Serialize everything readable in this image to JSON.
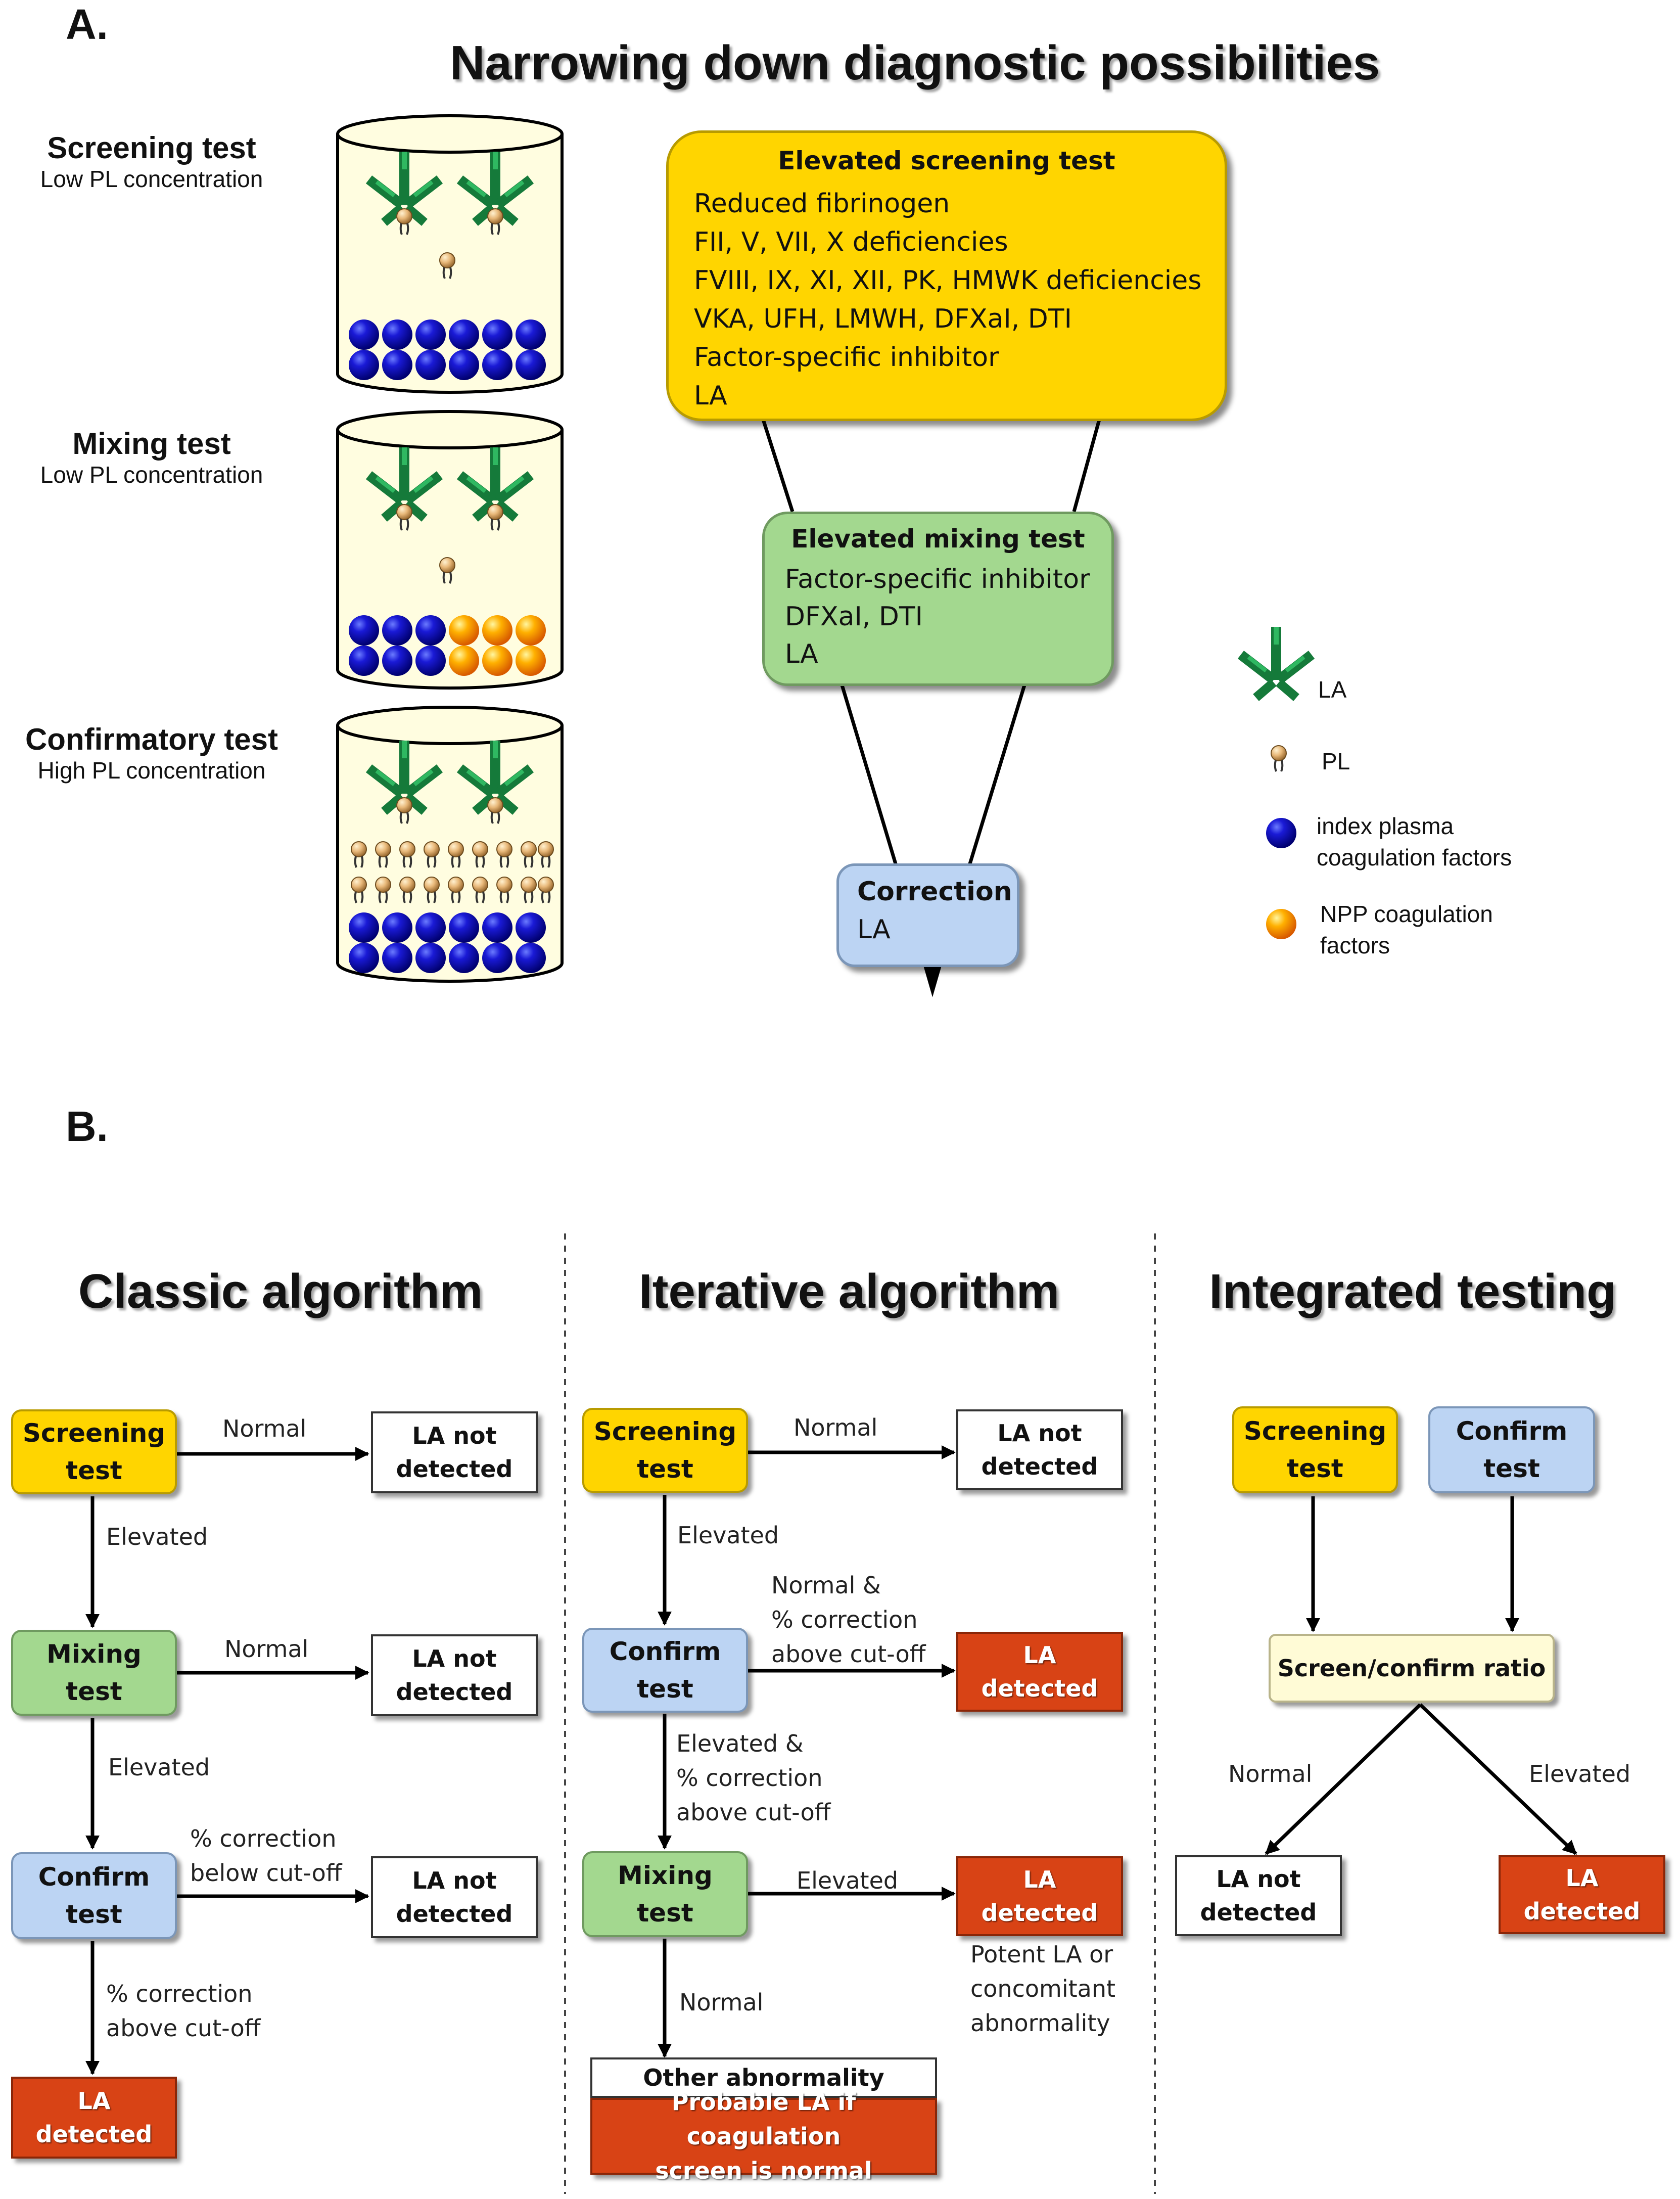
{
  "panel_a": {
    "letter": "A.",
    "title": "Narrowing down diagnostic possibilities",
    "tests": [
      {
        "name": "Screening test",
        "sub": "Low PL concentration"
      },
      {
        "name": "Mixing test",
        "sub": "Low PL concentration"
      },
      {
        "name": "Confirmatory test",
        "sub": "High PL concentration"
      }
    ],
    "funnel": {
      "screening": {
        "title": "Elevated screening test",
        "lines": [
          "Reduced fibrinogen",
          "FII, V, VII, X deficiencies",
          "FVIII, IX, XI, XII, PK, HMWK deficiencies",
          "VKA, UFH, LMWH, DFXaI, DTI",
          "Factor-specific inhibitor",
          "LA"
        ]
      },
      "mixing": {
        "title": "Elevated mixing test",
        "lines": [
          "Factor-specific inhibitor",
          "DFXaI, DTI",
          "LA"
        ]
      },
      "correction": {
        "title": "Correction",
        "lines": [
          "LA"
        ]
      }
    },
    "legend": [
      {
        "icon": "antibody",
        "lines": [
          "LA"
        ]
      },
      {
        "icon": "phospholipid",
        "lines": [
          "PL"
        ]
      },
      {
        "icon": "blue-sphere",
        "lines": [
          "index plasma",
          "coagulation factors"
        ]
      },
      {
        "icon": "orange-sphere",
        "lines": [
          "NPP coagulation",
          "factors"
        ]
      }
    ],
    "colors": {
      "screen": "#ffd500",
      "mixing": "#a3d88f",
      "correction": "#bcd4f3",
      "cylinder": "#fffde0",
      "blue": "#1a1ad6",
      "orange": "#ff8c00",
      "antibody": "#1b9a4a"
    }
  },
  "panel_b": {
    "letter": "B.",
    "classic": {
      "title": "Classic algorithm",
      "screening": [
        "Screening",
        "test"
      ],
      "mixing": [
        "Mixing",
        "test"
      ],
      "confirm": [
        "Confirm",
        "test"
      ],
      "not_detected_1": [
        "LA not",
        "detected"
      ],
      "not_detected_2": [
        "LA not",
        "detected"
      ],
      "not_detected_3": [
        "LA not",
        "detected"
      ],
      "detected": [
        "LA",
        "detected"
      ],
      "lbl_normal_1": "Normal",
      "lbl_normal_2": "Normal",
      "lbl_elevated_1": "Elevated",
      "lbl_elevated_2": "Elevated",
      "lbl_below": [
        "% correction",
        "below cut-off"
      ],
      "lbl_above": [
        "% correction",
        "above cut-off"
      ]
    },
    "iterative": {
      "title": "Iterative algorithm",
      "screening": [
        "Screening",
        "test"
      ],
      "confirm": [
        "Confirm",
        "test"
      ],
      "mixing": [
        "Mixing",
        "test"
      ],
      "not_detected": [
        "LA not",
        "detected"
      ],
      "detected_1": [
        "LA",
        "detected"
      ],
      "detected_2": [
        "LA",
        "detected"
      ],
      "lbl_normal_1": "Normal",
      "lbl_elevated_1": "Elevated",
      "lbl_normal_above": [
        "Normal &",
        "% correction",
        "above cut-off"
      ],
      "lbl_elevated_above": [
        "Elevated &",
        "% correction",
        "above cut-off"
      ],
      "lbl_elevated_2": "Elevated",
      "lbl_normal_2": "Normal",
      "lbl_potent": [
        "Potent LA or",
        "concomitant",
        "abnormality"
      ],
      "other": "Other abnormality",
      "probable": [
        "Probable LA if coagulation",
        "screen is normal"
      ]
    },
    "integrated": {
      "title": "Integrated testing",
      "screening": [
        "Screening",
        "test"
      ],
      "confirm": [
        "Confirm",
        "test"
      ],
      "ratio": "Screen/confirm ratio",
      "lbl_normal": "Normal",
      "lbl_elevated": "Elevated",
      "not_detected": [
        "LA not",
        "detected"
      ],
      "detected": [
        "LA",
        "detected"
      ]
    },
    "colors": {
      "yellow": "#ffd500",
      "green": "#a3d88f",
      "blue": "#bcd4f3",
      "red": "#d84315",
      "cream": "#fffbd6"
    }
  }
}
